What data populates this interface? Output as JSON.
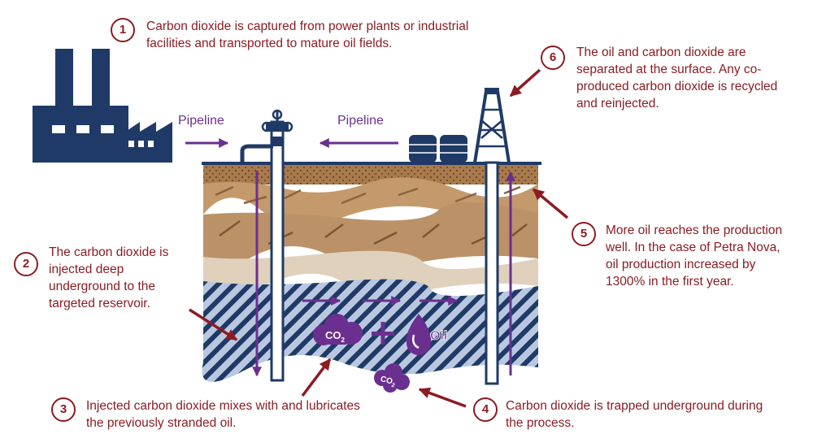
{
  "pipeline_left": "Pipeline",
  "pipeline_right": "Pipeline",
  "steps": [
    {
      "num": "1",
      "text": "Carbon dioxide is captured from power plants or industrial facilities and transported to mature oil fields."
    },
    {
      "num": "2",
      "text": "The carbon dioxide is injected deep underground to the targeted reservoir."
    },
    {
      "num": "3",
      "text": "Injected carbon dioxide mixes with and lubricates the previously stranded oil."
    },
    {
      "num": "4",
      "text": "Carbon dioxide is trapped underground during the process."
    },
    {
      "num": "5",
      "text": "More oil reaches the production well. In the case of Petra Nova, oil production increased by 1300% in the first year."
    },
    {
      "num": "6",
      "text": "The oil and carbon dioxide are separated at the surface. Any co-produced carbon dioxide is recycled and reinjected."
    }
  ],
  "co2_main": "CO",
  "co2_main_sub": "2",
  "co2_small": "CO",
  "co2_small_sub": "2",
  "oil_label": "Oil",
  "colors": {
    "navy": "#1f3a66",
    "purple": "#6b2f8f",
    "red": "#8c1c22",
    "reservoir": "#b9c8e0"
  }
}
